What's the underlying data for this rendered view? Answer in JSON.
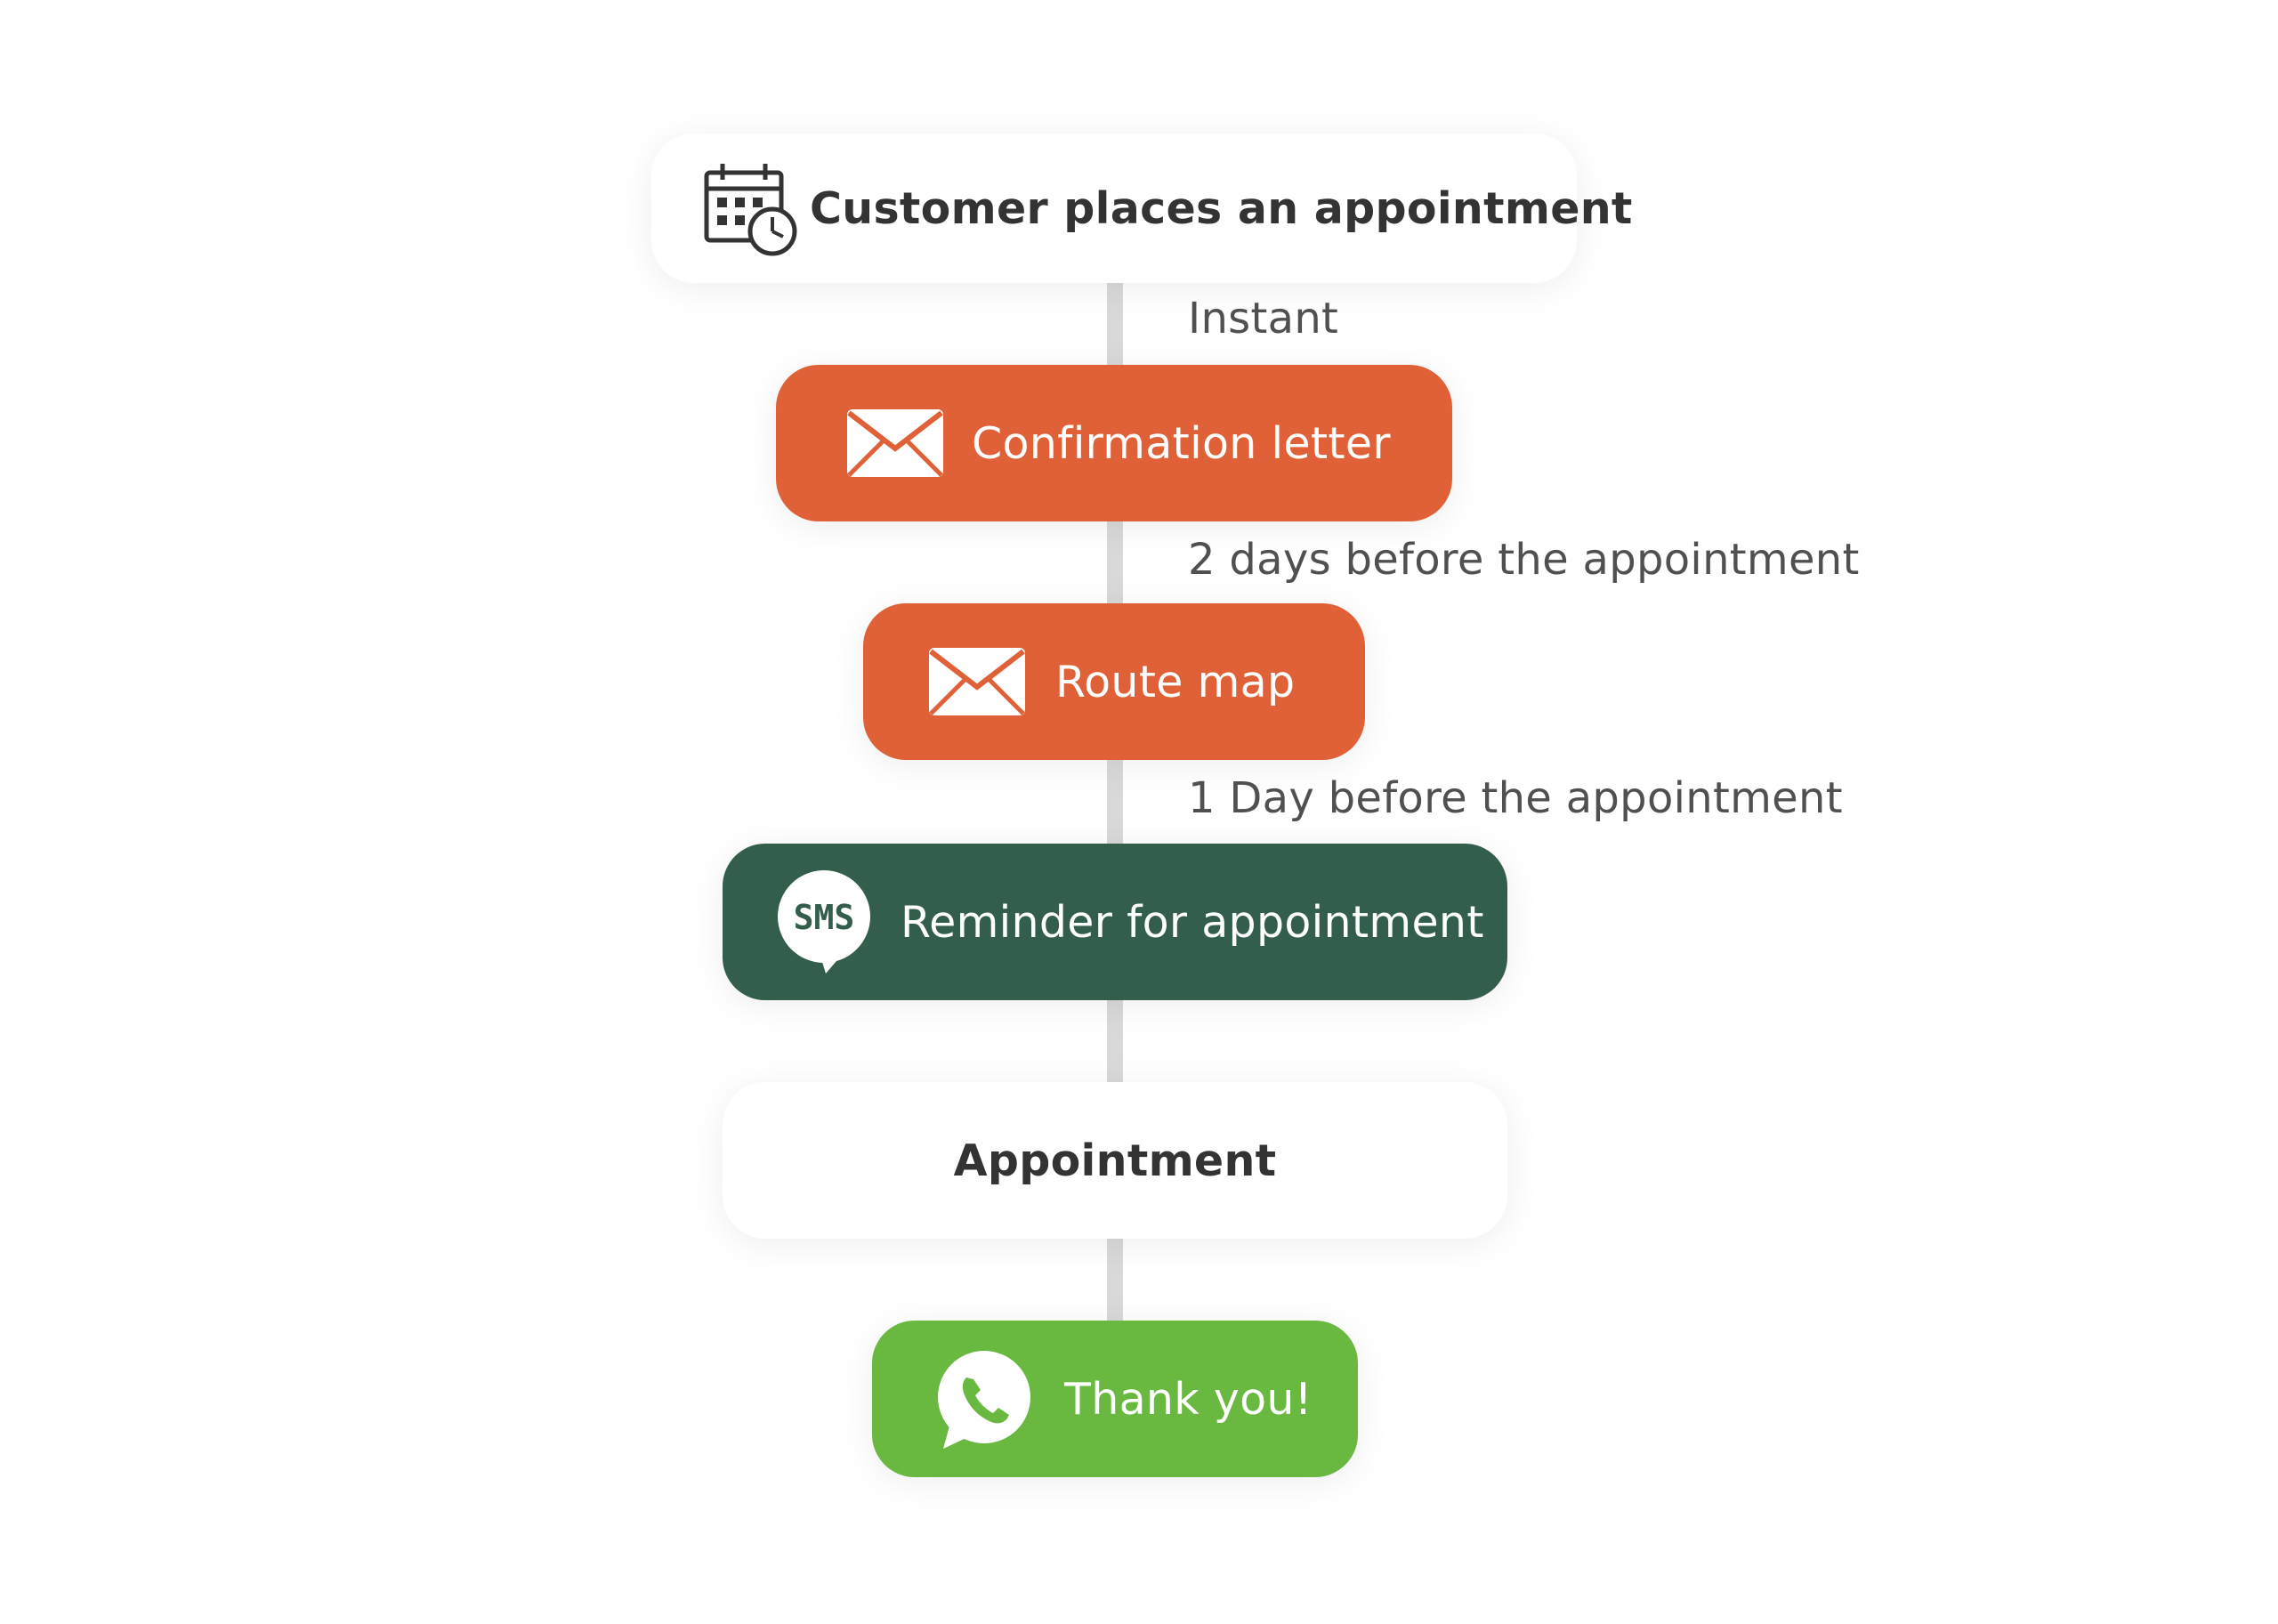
{
  "colors": {
    "orange": "#e06138",
    "dark_green": "#335e4c",
    "light_green": "#69b941",
    "white": "#ffffff",
    "connector": "#d9d9d9"
  },
  "steps": [
    {
      "label": "Customer places an appointment",
      "icon": "calendar-clock-icon"
    },
    {
      "label": "Confirmation letter",
      "icon": "envelope-icon"
    },
    {
      "label": "Route map",
      "icon": "envelope-icon"
    },
    {
      "label": "Reminder for appointment",
      "icon": "sms-bubble-icon",
      "icon_text": "SMS"
    },
    {
      "label": "Appointment"
    },
    {
      "label": "Thank you!",
      "icon": "whatsapp-icon"
    }
  ],
  "timings": [
    "Instant",
    "2 days before the appointment",
    "1 Day before the appointment"
  ]
}
